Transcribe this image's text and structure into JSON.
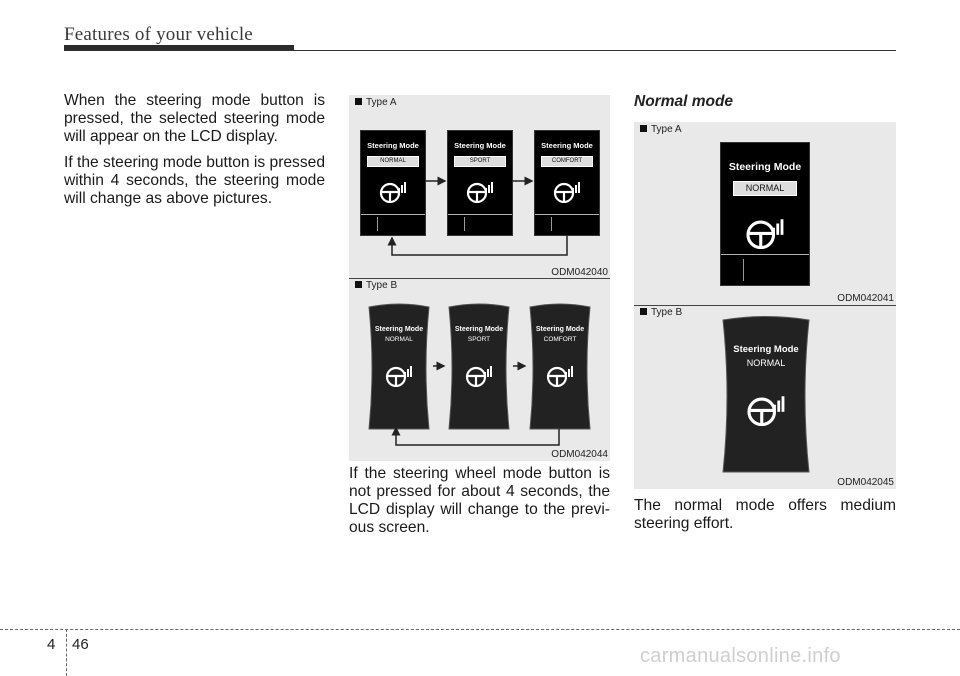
{
  "header": {
    "title": "Features of your vehicle"
  },
  "col1": {
    "p1": "When the steering mode button is pressed, the selected steering mode will appear on the LCD display.",
    "p2": "If the steering mode button is pressed within 4 seconds, the steering mode will change as above pictures."
  },
  "fig1": {
    "typeA": {
      "label": "Type A",
      "code": "ODM042040",
      "screens": [
        {
          "title": "Steering Mode",
          "mode": "NORMAL"
        },
        {
          "title": "Steering Mode",
          "mode": "SPORT"
        },
        {
          "title": "Steering Mode",
          "mode": "COMFORT"
        }
      ]
    },
    "typeB": {
      "label": "Type B",
      "code": "ODM042044",
      "screens": [
        {
          "title": "Steering Mode",
          "mode": "NORMAL"
        },
        {
          "title": "Steering Mode",
          "mode": "SPORT"
        },
        {
          "title": "Steering Mode",
          "mode": "COMFORT"
        }
      ]
    }
  },
  "col2": {
    "text": "If the steering wheel mode button is not pressed for about 4 seconds, the LCD display will change to the previ-ous screen."
  },
  "col3": {
    "heading": "Normal mode",
    "typeA": {
      "label": "Type A",
      "code": "ODM042041",
      "title": "Steering Mode",
      "mode": "NORMAL"
    },
    "typeB": {
      "label": "Type B",
      "code": "ODM042045",
      "title": "Steering Mode",
      "mode": "NORMAL"
    },
    "text": "The normal mode offers medium steering effort."
  },
  "footer": {
    "chapter": "4",
    "page": "46",
    "watermark": "carmanualsonline.info"
  }
}
